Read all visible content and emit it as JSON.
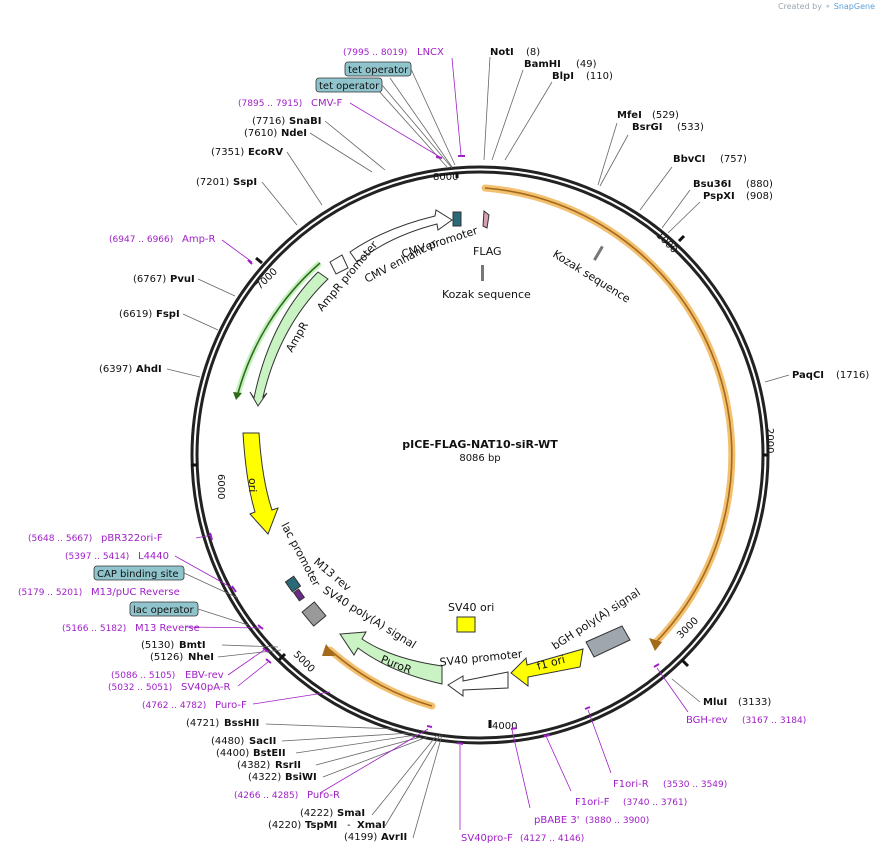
{
  "credit": {
    "text": "Created by",
    "brand": "SnapGene"
  },
  "plasmid": {
    "name": "pICE-FLAG-NAT10-siR-WT",
    "size_label": "8086 bp"
  },
  "colors": {
    "purple": "#a020c8",
    "black": "#111111",
    "site_box": "#8fc4cc",
    "orange": "#f3c070"
  },
  "ticks": [
    "1000",
    "2000",
    "3000",
    "4000",
    "5000",
    "6000",
    "7000",
    "8000"
  ],
  "enzymes": [
    {
      "name": "NotI",
      "pos": "(8)"
    },
    {
      "name": "BamHI",
      "pos": "(49)"
    },
    {
      "name": "BlpI",
      "pos": "(110)"
    },
    {
      "name": "MfeI",
      "pos": "(529)"
    },
    {
      "name": "BsrGI",
      "pos": "(533)"
    },
    {
      "name": "BbvCI",
      "pos": "(757)"
    },
    {
      "name": "Bsu36I",
      "pos": "(880)"
    },
    {
      "name": "PspXI",
      "pos": "(908)"
    },
    {
      "name": "PaqCI",
      "pos": "(1716)"
    },
    {
      "name": "MluI",
      "pos": "(3133)"
    },
    {
      "name": "AvrII",
      "pos": "(4199)"
    },
    {
      "name": "TspMI",
      "pos": "(4220)"
    },
    {
      "name": "XmaI",
      "pos": "- "
    },
    {
      "name": "SmaI",
      "pos": "(4222)"
    },
    {
      "name": "BsiWI",
      "pos": "(4322)"
    },
    {
      "name": "RsrII",
      "pos": "(4382)"
    },
    {
      "name": "BstEII",
      "pos": "(4400)"
    },
    {
      "name": "SacII",
      "pos": "(4480)"
    },
    {
      "name": "BssHII",
      "pos": "(4721)"
    },
    {
      "name": "NheI",
      "pos": "(5126)"
    },
    {
      "name": "BmtI",
      "pos": "(5130)"
    },
    {
      "name": "AhdI",
      "pos": "(6397)"
    },
    {
      "name": "FspI",
      "pos": "(6619)"
    },
    {
      "name": "PvuI",
      "pos": "(6767)"
    },
    {
      "name": "SspI",
      "pos": "(7201)"
    },
    {
      "name": "EcoRV",
      "pos": "(7351)"
    },
    {
      "name": "NdeI",
      "pos": "(7610)"
    },
    {
      "name": "SnaBI",
      "pos": "(7716)"
    }
  ],
  "primers": [
    {
      "name": "LNCX",
      "range": "(7995 .. 8019)"
    },
    {
      "name": "CMV-F",
      "range": "(7895 .. 7915)"
    },
    {
      "name": "Amp-R",
      "range": "(6947 .. 6966)"
    },
    {
      "name": "pBR322ori-F",
      "range": "(5648 .. 5667)"
    },
    {
      "name": "L4440",
      "range": "(5397 .. 5414)"
    },
    {
      "name": "M13/pUC Reverse",
      "range": "(5179 .. 5201)"
    },
    {
      "name": "M13 Reverse",
      "range": "(5166 .. 5182)"
    },
    {
      "name": "EBV-rev",
      "range": "(5086 .. 5105)"
    },
    {
      "name": "SV40pA-R",
      "range": "(5032 .. 5051)"
    },
    {
      "name": "Puro-F",
      "range": "(4762 .. 4782)"
    },
    {
      "name": "Puro-R",
      "range": "(4266 .. 4285)"
    },
    {
      "name": "SV40pro-F",
      "range": "(4127 .. 4146)"
    },
    {
      "name": "pBABE 3'",
      "range": "(3880 .. 3900)"
    },
    {
      "name": "F1ori-F",
      "range": "(3740 .. 3761)"
    },
    {
      "name": "F1ori-R",
      "range": "(3530 .. 3549)"
    },
    {
      "name": "BGH-rev",
      "range": "(3167 .. 3184)"
    }
  ],
  "boxed_sites": [
    "tet operator",
    "tet operator",
    "CAP binding site",
    "lac operator"
  ],
  "features": [
    "CMV enhancer",
    "CMV promoter",
    "FLAG",
    "Kozak sequence",
    "Kozak sequence",
    "AmpR promoter",
    "AmpR",
    "ori",
    "lac promoter",
    "M13 rev",
    "SV40 poly(A) signal",
    "PuroR",
    "SV40 ori",
    "SV40 promoter",
    "f1 ori",
    "bGH poly(A) signal"
  ]
}
